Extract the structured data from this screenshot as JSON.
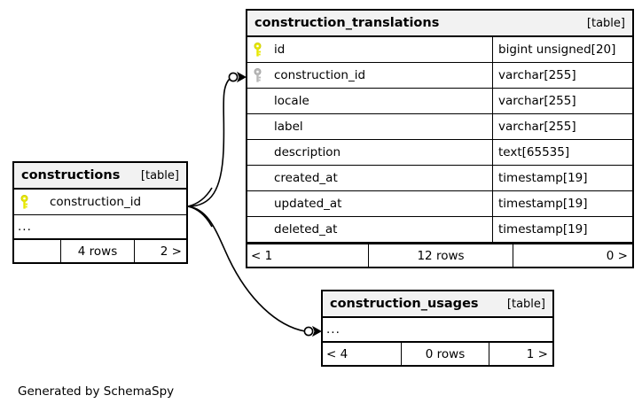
{
  "diagram": {
    "type": "entity-relationship-diagram",
    "generator_note": "Generated by SchemaSpy",
    "background": "#ffffff",
    "header_fill": "#f2f2f2",
    "line_color": "#000000",
    "primary_key_color": "#e8e800",
    "foreign_key_color": "#b3b3b3"
  },
  "tables": [
    {
      "id": "construction_translations",
      "name": "construction_translations",
      "kind": "[table]",
      "columns": [
        {
          "key": "primary",
          "name": "id",
          "type": "bigint unsigned[20]"
        },
        {
          "key": "foreign",
          "name": "construction_id",
          "type": "varchar[255]"
        },
        {
          "key": "none",
          "name": "locale",
          "type": "varchar[255]"
        },
        {
          "key": "none",
          "name": "label",
          "type": "varchar[255]"
        },
        {
          "key": "none",
          "name": "description",
          "type": "text[65535]"
        },
        {
          "key": "none",
          "name": "created_at",
          "type": "timestamp[19]"
        },
        {
          "key": "none",
          "name": "updated_at",
          "type": "timestamp[19]"
        },
        {
          "key": "none",
          "name": "deleted_at",
          "type": "timestamp[19]"
        }
      ],
      "footer": {
        "left": "< 1",
        "middle": "12 rows",
        "right": "0 >"
      }
    },
    {
      "id": "constructions",
      "name": "constructions",
      "kind": "[table]",
      "columns": [
        {
          "key": "primary",
          "name": "construction_id",
          "type": ""
        }
      ],
      "more_indicator": "...",
      "footer": {
        "left": "",
        "middle": "4 rows",
        "right": "2 >"
      }
    },
    {
      "id": "construction_usages",
      "name": "construction_usages",
      "kind": "[table]",
      "columns": [],
      "more_indicator": "...",
      "footer": {
        "left": "< 4",
        "middle": "0 rows",
        "right": "1 >"
      }
    }
  ],
  "relationships": [
    {
      "id": "constructions-to-construction_translations",
      "from": "constructions",
      "to": "construction_translations",
      "from_cardinality": "many",
      "to_cardinality": "zero-or-one"
    },
    {
      "id": "constructions-to-construction_usages",
      "from": "constructions",
      "to": "construction_usages",
      "from_cardinality": "many",
      "to_cardinality": "zero-or-one"
    }
  ]
}
